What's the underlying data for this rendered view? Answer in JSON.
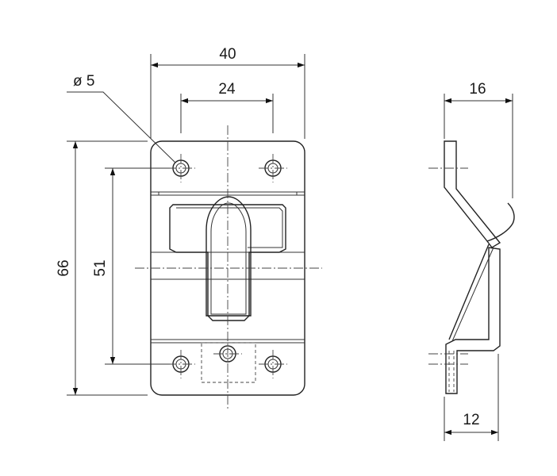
{
  "dimensions": {
    "width_overall": "40",
    "hole_spacing": "24",
    "hole_diameter": "ø 5",
    "height_overall": "66",
    "hole_vertical_spacing": "51",
    "side_depth_top": "16",
    "side_depth_bottom": "12"
  }
}
